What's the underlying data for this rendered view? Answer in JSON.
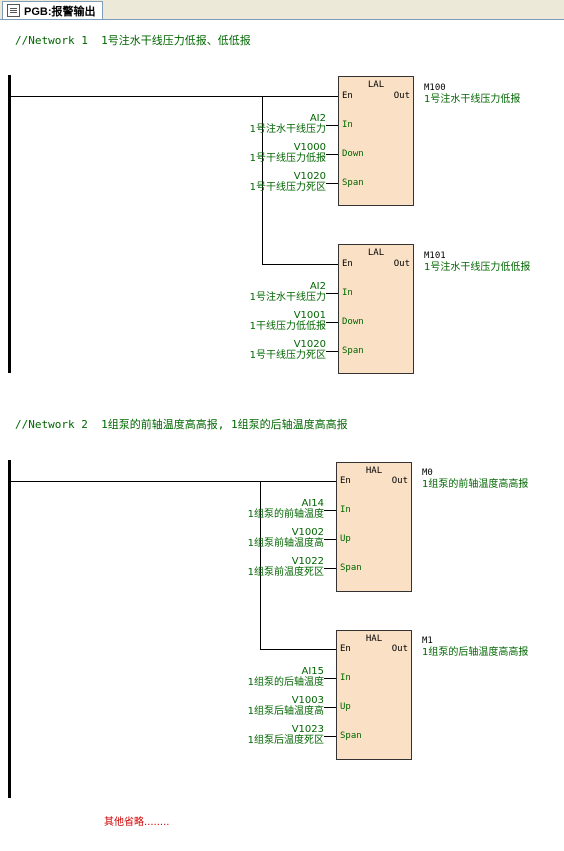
{
  "tab": {
    "title": "PGB:报警输出"
  },
  "networks": [
    {
      "comment": "//Network 1  1号注水干线压力低报、低低报",
      "blocks": [
        {
          "type": "LAL",
          "out_addr": "M100",
          "out_label": "1号注水干线压力低报",
          "inputs": [
            {
              "pin": "In",
              "addr": "AI2",
              "label": "1号注水干线压力"
            },
            {
              "pin": "Down",
              "addr": "V1000",
              "label": "1号干线压力低报"
            },
            {
              "pin": "Span",
              "addr": "V1020",
              "label": "1号干线压力死区"
            }
          ]
        },
        {
          "type": "LAL",
          "out_addr": "M101",
          "out_label": "1号注水干线压力低低报",
          "inputs": [
            {
              "pin": "In",
              "addr": "AI2",
              "label": "1号注水干线压力"
            },
            {
              "pin": "Down",
              "addr": "V1001",
              "label": "1干线压力低低报"
            },
            {
              "pin": "Span",
              "addr": "V1020",
              "label": "1号干线压力死区"
            }
          ]
        }
      ]
    },
    {
      "comment": "//Network 2  1组泵的前轴温度高高报, 1组泵的后轴温度高高报",
      "blocks": [
        {
          "type": "HAL",
          "out_addr": "M0",
          "out_label": "1组泵的前轴温度高高报",
          "inputs": [
            {
              "pin": "In",
              "addr": "AI14",
              "label": "1组泵的前轴温度"
            },
            {
              "pin": "Up",
              "addr": "V1002",
              "label": "1组泵前轴温度高"
            },
            {
              "pin": "Span",
              "addr": "V1022",
              "label": "1组泵前温度死区"
            }
          ]
        },
        {
          "type": "HAL",
          "out_addr": "M1",
          "out_label": "1组泵的后轴温度高高报",
          "inputs": [
            {
              "pin": "In",
              "addr": "AI15",
              "label": "1组泵的后轴温度"
            },
            {
              "pin": "Up",
              "addr": "V1003",
              "label": "1组泵后轴温度高"
            },
            {
              "pin": "Span",
              "addr": "V1023",
              "label": "1组泵后温度死区"
            }
          ]
        }
      ]
    }
  ],
  "pins": {
    "en": "En",
    "out": "Out"
  },
  "footer": "其他省略........",
  "colors": {
    "block_fill": "#fae1c6",
    "comment": "#006600",
    "footer": "#cc0000"
  }
}
